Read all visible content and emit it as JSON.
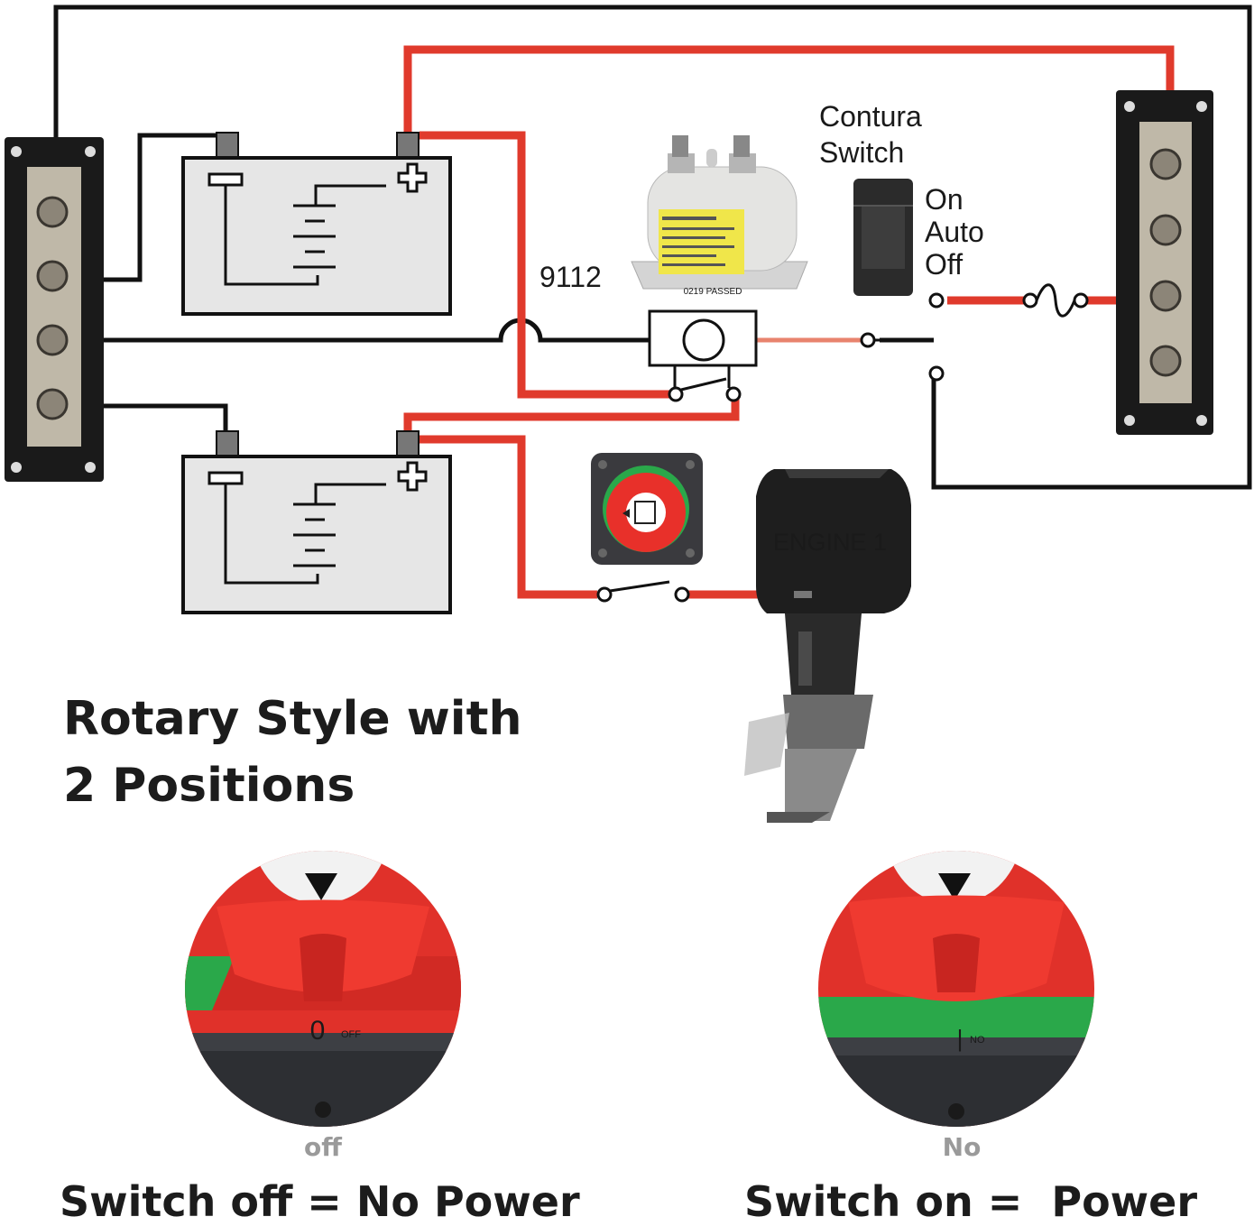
{
  "diagram": {
    "switch_title_line1": "Contura",
    "switch_title_line2": "Switch",
    "switch_positions": [
      "On",
      "Auto",
      "Off"
    ],
    "relay_model": "9112",
    "relay_stamp": "0219 PASSED",
    "engine_label": "ENGINE 1",
    "battery_terminals": {
      "negative": "−",
      "positive": "+"
    }
  },
  "heading": {
    "line1": "Rotary Style with",
    "line2": "2 Positions"
  },
  "knobs": [
    {
      "state_label": "off",
      "dial_text": "OFF",
      "dial_mark": "0",
      "caption": "Switch off = No Power"
    },
    {
      "state_label": "No",
      "dial_text": "NO",
      "dial_mark": "|",
      "caption": "Switch on =  Power"
    }
  ],
  "colors": {
    "wire_red": "#e03a2c",
    "wire_black": "#111111",
    "battery_fill": "#e6e6e6",
    "knob_red": "#e8302a",
    "knob_green": "#2aa84a",
    "label_gray": "#9a9a9a"
  }
}
